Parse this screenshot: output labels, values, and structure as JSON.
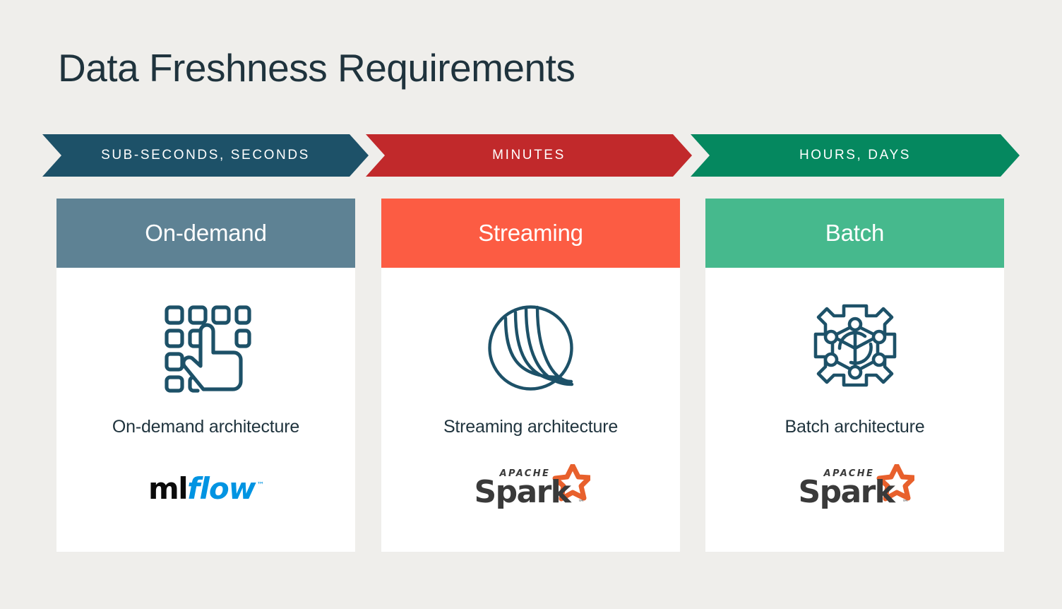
{
  "page": {
    "title": "Data Freshness Requirements",
    "background_color": "#efeeeb",
    "title_color": "#1f333d"
  },
  "latency_band": [
    {
      "label": "SUB-SECONDS, SECONDS",
      "color": "#1d5168",
      "name": "sub-seconds-seconds"
    },
    {
      "label": "MINUTES",
      "color": "#c1292b",
      "name": "minutes"
    },
    {
      "label": "HOURS, DAYS",
      "color": "#05885f",
      "name": "hours-days"
    }
  ],
  "cards": [
    {
      "header": "On-demand",
      "header_color": "#5e8294",
      "icon": "grid-tap-hand-icon",
      "caption": "On-demand architecture",
      "logo": "mlflow-logo",
      "logo_text": {
        "part1": "ml",
        "part2": "flow",
        "tm": "™"
      }
    },
    {
      "header": "Streaming",
      "header_color": "#fc5c43",
      "icon": "streaming-sphere-icon",
      "caption": "Streaming architecture",
      "logo": "apache-spark-logo",
      "logo_text": {
        "part1": "APACHE",
        "part2": "Spark",
        "tm": "™"
      }
    },
    {
      "header": "Batch",
      "header_color": "#46b98d",
      "icon": "gear-network-icon",
      "caption": "Batch architecture",
      "logo": "apache-spark-logo",
      "logo_text": {
        "part1": "APACHE",
        "part2": "Spark",
        "tm": "™"
      }
    }
  ],
  "icon_color": "#1d5168",
  "brand_colors": {
    "mlflow_blue": "#0194e2",
    "spark_orange": "#e8602c",
    "spark_gray": "#3a3a3a"
  }
}
